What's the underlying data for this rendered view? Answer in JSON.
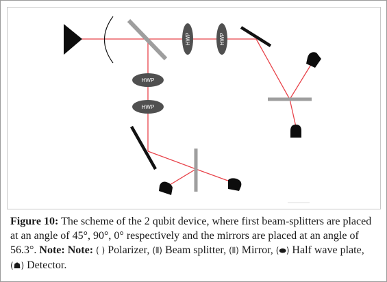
{
  "figure": {
    "hwp_label": "HWP",
    "colors": {
      "beam": "#e8434a",
      "beam_splitter": "#9e9e9e",
      "mirror": "#111111",
      "waveplate": "#505050",
      "detector": "#0d0d0d"
    }
  },
  "caption": {
    "label": "Figure 10:",
    "text": " The scheme of the 2 qubit device, where first beam-splitters are placed at an angle of 45°, 90°, 0° respectively and the mirrors are placed at an angle of 56.3°. ",
    "note_label": "Note: Note:",
    "legend": [
      {
        "icon": "( )",
        "icon_name": "polarizer-icon",
        "text": " Polarizer, "
      },
      {
        "icon": "(⦀)",
        "icon_name": "beam-splitter-icon",
        "text": " Beam splitter, "
      },
      {
        "icon": "(⦀)",
        "icon_name": "mirror-icon",
        "text": " Mirror, "
      },
      {
        "icon": "(⬬)",
        "icon_name": "half-wave-plate-icon",
        "text": " Half wave plate, "
      },
      {
        "icon": "(☗)",
        "icon_name": "detector-icon",
        "text": " Detector."
      }
    ]
  }
}
